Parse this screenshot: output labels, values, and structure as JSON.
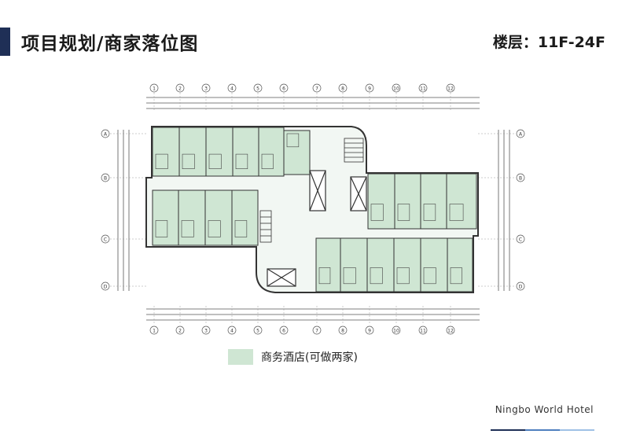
{
  "header": {
    "title": "项目规划/商家落位图",
    "floor": "楼层：11F-24F"
  },
  "plan": {
    "column_labels": [
      "1",
      "2",
      "3",
      "4",
      "5",
      "6",
      "7",
      "8",
      "9",
      "10",
      "11",
      "12"
    ],
    "row_labels_left": [
      "A",
      "B",
      "C",
      "D"
    ],
    "row_labels_right": [
      "A",
      "B",
      "C",
      "D"
    ]
  },
  "legend": {
    "label": "商务酒店(可做两家)",
    "color": "#cfe6d3"
  },
  "footer": {
    "hotel_name": "Ningbo World Hotel"
  },
  "colors": {
    "accent": "#1f2f56",
    "room_fill": "#cfe6d3",
    "wall": "#333333",
    "line": "#555555"
  }
}
